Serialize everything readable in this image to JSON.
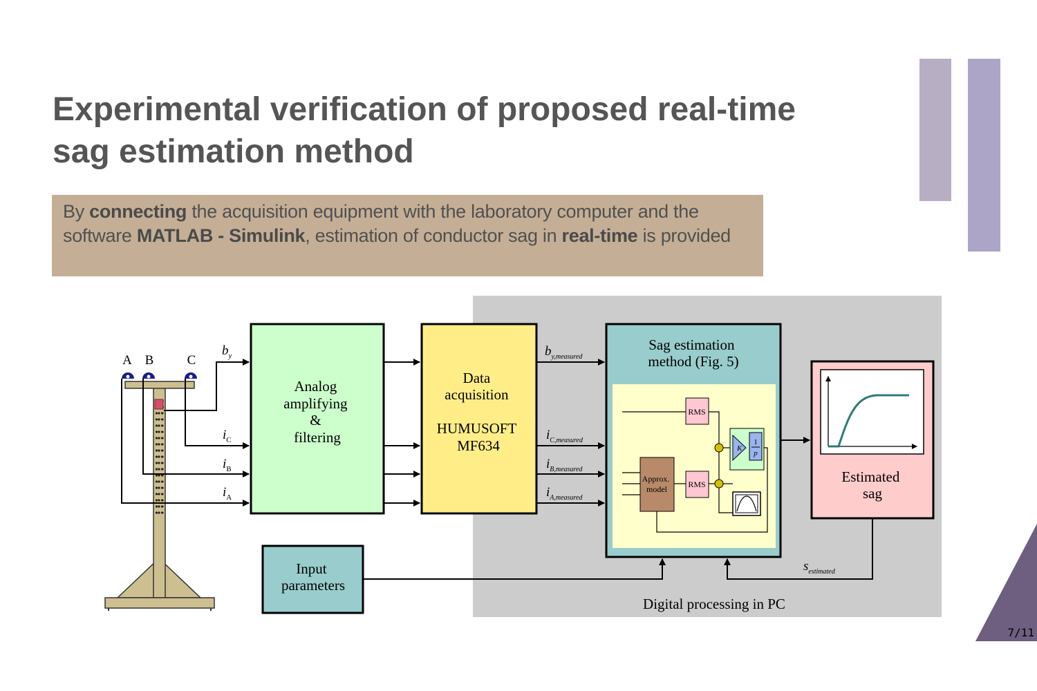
{
  "slide": {
    "title_line1": "Experimental verification of proposed real-time",
    "title_line2": "sag estimation method",
    "intro": {
      "p1": "By ",
      "b1": "connecting",
      "p2": " the acquisition equipment with the laboratory computer and the software ",
      "b2": "MATLAB - Simulink",
      "p3": ", estimation of conductor sag in ",
      "b3": "real-time",
      "p4": " is provided"
    },
    "page_number": "7/11",
    "colors": {
      "title": "#555555",
      "intro_bg": "#c4af96",
      "bar_grey": "#b7aec3",
      "bar_purple": "#ada5c8",
      "triangle": "#6e5f80"
    }
  },
  "diagram": {
    "pole": {
      "phase_a": "A",
      "phase_b": "B",
      "phase_c": "C"
    },
    "signals": {
      "by_main": "b",
      "by_sub": "y",
      "ic_main": "i",
      "ic_sub": "C",
      "ib_main": "i",
      "ib_sub": "B",
      "ia_main": "i",
      "ia_sub": "A",
      "by_meas_main": "b",
      "by_meas_sub": "y,measured",
      "ic_meas_main": "i",
      "ic_meas_sub": "C,measured",
      "ib_meas_main": "i",
      "ib_meas_sub": "B,measured",
      "ia_meas_main": "i",
      "ia_meas_sub": "A,measured",
      "s_est_main": "s",
      "s_est_sub": "estimated"
    },
    "blocks": {
      "analog": [
        "Analog",
        "amplifying",
        "&",
        "filtering"
      ],
      "daq": [
        "Data",
        "acquisition",
        "HUMUSOFT",
        "MF634"
      ],
      "sag_method": [
        "Sag estimation",
        "method (Fig. 5)"
      ],
      "estimated_sag": [
        "Estimated",
        "sag"
      ],
      "input_params": [
        "Input",
        "parameters"
      ],
      "digital_processing": "Digital processing in PC"
    },
    "simulink": {
      "rms_top": "RMS",
      "rms_bottom": "RMS",
      "approx_line1": "Approx.",
      "approx_line2": "model",
      "gain": "K",
      "integrator_num": "1",
      "integrator_den": "p"
    },
    "colors": {
      "analog": "#ccffcc",
      "daq": "#ffee88",
      "sag_header": "#99cccc",
      "sag_inner": "#ffffcc",
      "estimated": "#ffcccc",
      "input": "#99cccc",
      "pc_bg": "#cccccc",
      "approx": "#b88a6a",
      "rms": "#ffc8d2",
      "gain_group": "#ccffcc",
      "pole": "#cdbf90",
      "insulator": "#1a1a8c"
    }
  }
}
